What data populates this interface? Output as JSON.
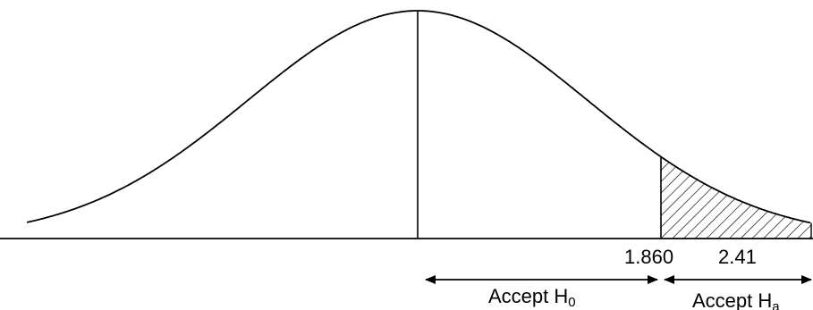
{
  "diagram": {
    "critical_value": "1.860",
    "test_statistic": "2.41",
    "accept_null": {
      "prefix": "Accept H",
      "subscript": "0"
    },
    "accept_alt": {
      "prefix": "Accept H",
      "subscript": "a"
    },
    "stroke_color": "#000000",
    "background_color": "#ffffff"
  }
}
